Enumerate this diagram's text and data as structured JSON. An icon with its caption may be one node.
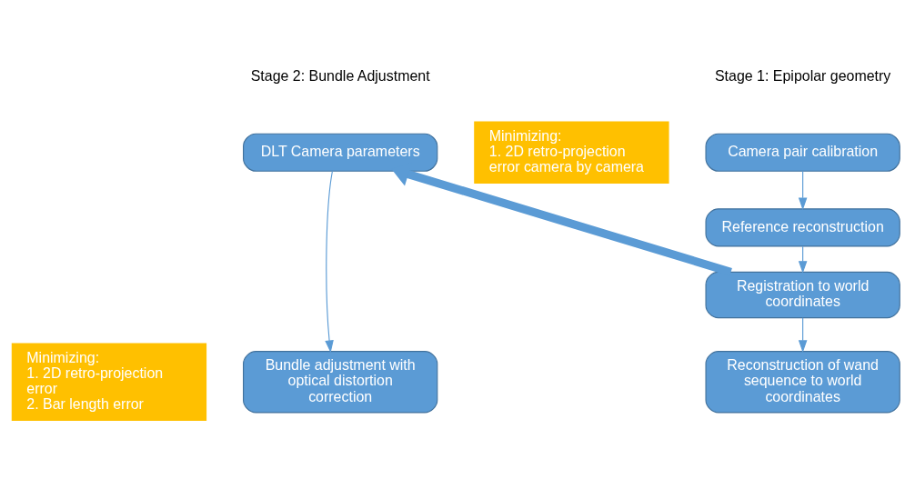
{
  "diagram": {
    "nodes": [
      {
        "text": [
          "Camera pair calibration"
        ]
      },
      {
        "text": [
          "Reference reconstruction"
        ]
      },
      {
        "text": [
          "Registration to world coordinates"
        ]
      },
      {
        "text": [
          "Reconstruction of wand sequence to world coordinates"
        ]
      },
      {
        "text": [
          "DLT Camera parameters"
        ]
      },
      {
        "text": [
          "Minimizing:",
          "1. 2D retro-projection error camera by camera"
        ]
      },
      {
        "text": [
          "Bundle adjustment with optical distortion correction"
        ]
      },
      {
        "text": [
          "Minimizing:",
          "1. 2D retro-projection error",
          "2. Bar length error"
        ]
      }
    ],
    "edges": [
      {
        "from": 0,
        "to": 1,
        "arrow": "to"
      },
      {
        "from": 1,
        "to": 2,
        "arrow": "to"
      },
      {
        "from": 2,
        "to": 3,
        "arrow": "to"
      },
      {
        "from": 2,
        "to": 4,
        "arrow": "to",
        "style": "thick"
      },
      {
        "from": 4,
        "to": 6,
        "arrow": "to"
      }
    ],
    "labels": [
      "Stage 1: Epipolar geometry",
      "Stage 2: Bundle Adjustment"
    ]
  }
}
